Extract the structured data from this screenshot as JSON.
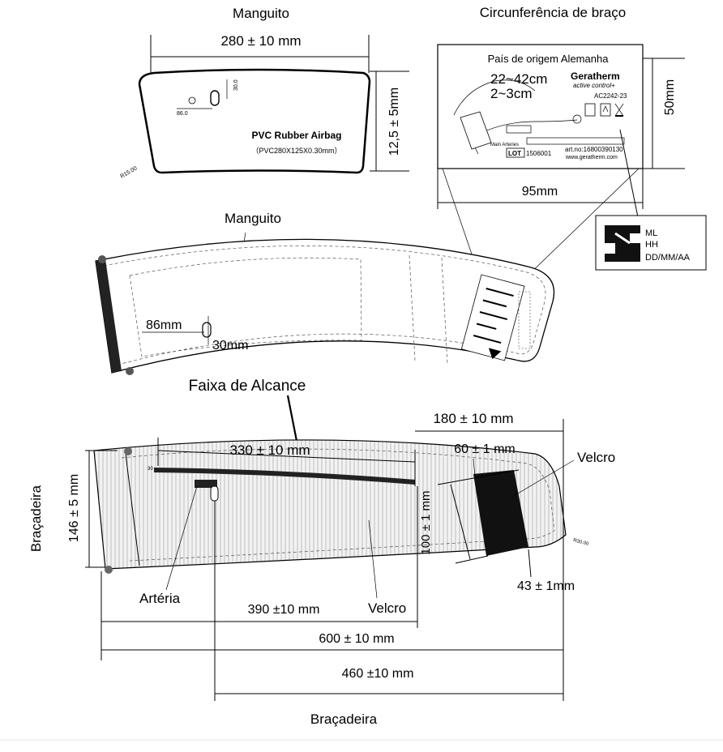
{
  "cuff_section": {
    "title": "Manguito",
    "width_dim": "280 ± 10 mm",
    "height_dim": "12,5 ± 5mm",
    "airbag_label": "PVC Rubber Airbag",
    "airbag_spec": "（PVC280X125X0.30mm）",
    "small_86": "86.0",
    "small_30": "30.0",
    "radius": "R15.00"
  },
  "label_section": {
    "title": "Circunferência de braço",
    "origin": "País de origem Alemanha",
    "range1": "22~42cm",
    "range2": "2~3cm",
    "brand": "Geratherm",
    "brand_sub": "active control+",
    "code": "AC2242-23",
    "artery_text": "Main Arteries",
    "lot_label": "LOT",
    "lot_number": "1506001",
    "art_no": "art.no:16800390130",
    "website": "www.geratherm.com",
    "height_dim": "50mm",
    "width_dim": "95mm",
    "symbol_lines": [
      "ML",
      "HH",
      "DD/MM/AA"
    ]
  },
  "middle_section": {
    "title": "Manguito",
    "dim_86": "86mm",
    "dim_30": "30mm"
  },
  "band_section": {
    "range_title": "Faixa de Alcance",
    "dim_330": "330 ± 10 mm",
    "dim_180": "180 ± 10 mm",
    "dim_60": "60 ± 1 mm",
    "dim_100": "100 ± 1 mm",
    "dim_43": "43 ± 1mm",
    "dim_146": "146 ± 5 mm",
    "dim_390": "390 ±10 mm",
    "dim_600": "600 ± 10 mm",
    "dim_460": "460 ±10 mm",
    "side_label": "Braçadeira",
    "bottom_label": "Braçadeira",
    "velcro_top": "Velcro",
    "velcro_bottom": "Velcro",
    "artery": "Artéria",
    "radius": "R30.00"
  }
}
